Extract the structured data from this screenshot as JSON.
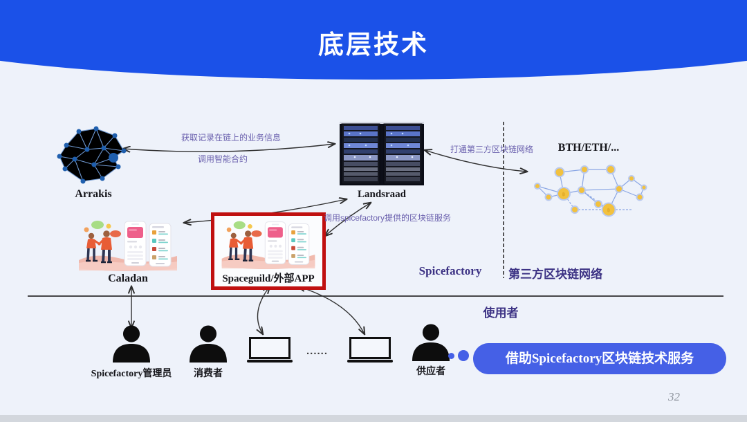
{
  "title": "底层技术",
  "nodes": {
    "arrakis": "Arrakis",
    "landsraad": "Landsraad",
    "bth_eth": "BTH/ETH/...",
    "caladan": "Caladan",
    "spaceguild": "Spaceguild/外部APP"
  },
  "zones": {
    "spicefactory": "Spicefactory",
    "third_party": "第三方区块链网络",
    "users": "使用者"
  },
  "arrow_labels": {
    "fetch_chain_info": "获取记录在链上的业务信息",
    "call_smart_contract": "调用智能合约",
    "connect_third_party_chain": "打通第三方区块链网络",
    "call_spicefactory_service": "调用spicefactory提供的区块链服务"
  },
  "actors": {
    "admin": "Spicefactory管理员",
    "consumer": "消费者",
    "supplier": "供应者",
    "ellipsis": "......"
  },
  "callout": {
    "text": "借助Spicefactory区块链技术服务"
  },
  "page_number": "32",
  "colors": {
    "header_blue": "#1b51e8",
    "callout_blue": "#4560e6",
    "highlight_red": "#c01010",
    "label_purple": "#6b61ae",
    "zone_purple": "#3c3284"
  }
}
